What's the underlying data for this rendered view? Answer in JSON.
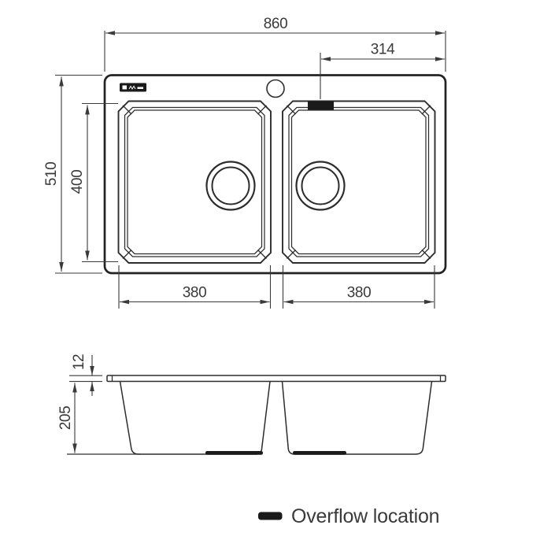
{
  "colors": {
    "background": "#ffffff",
    "line": "#2d2d2d",
    "dimension_text": "#3a3a3a",
    "overflow_swatch": "#1a1a1a"
  },
  "top_view": {
    "dimensions": {
      "overall_width": "860",
      "overflow_from_right": "314",
      "overall_depth": "510",
      "bowl_inner_depth": "400",
      "left_bowl_width": "380",
      "right_bowl_width": "380"
    }
  },
  "side_view": {
    "dimensions": {
      "rim_thickness": "12",
      "bowl_height": "205"
    }
  },
  "legend": {
    "overflow_label": "Overflow location"
  },
  "icons": {
    "brand_logo": "black-badge-logo",
    "overflow_marker": "black-rectangle",
    "faucet_hole": "circle",
    "drain": "concentric-circles"
  }
}
